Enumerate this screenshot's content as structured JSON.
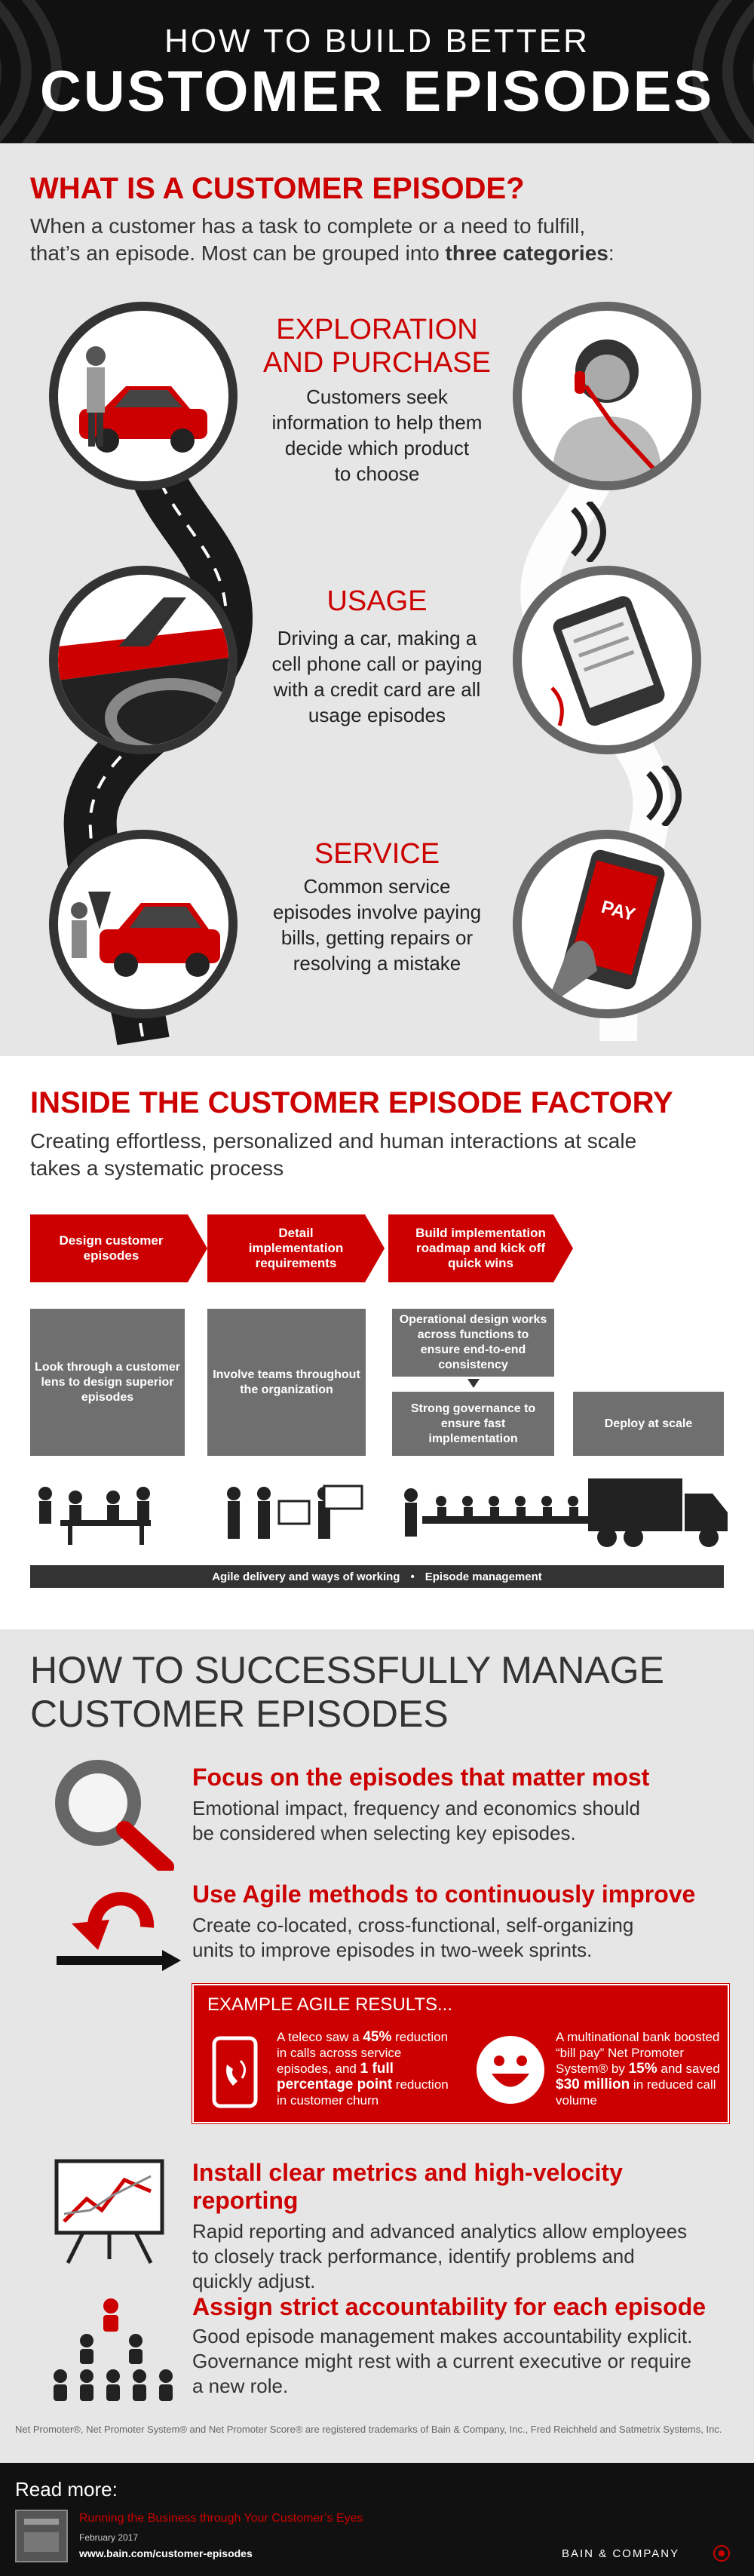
{
  "header": {
    "line1": "HOW TO BUILD BETTER",
    "line2": "CUSTOMER EPISODES"
  },
  "what": {
    "heading": "WHAT IS A CUSTOMER EPISODE?",
    "intro_a": "When a customer has a task to complete or a need to fulfill,",
    "intro_b": "that’s an episode. Most can be grouped into ",
    "intro_bold": "three categories",
    "intro_end": ":",
    "categories": [
      {
        "title1": "EXPLORATION",
        "title2": "AND PURCHASE",
        "text": [
          "Customers seek",
          "information to help them",
          "decide which product",
          "to choose"
        ]
      },
      {
        "title1": "USAGE",
        "title2": "",
        "text": [
          "Driving a car, making a",
          "cell phone call or paying",
          "with a credit card are all",
          "usage episodes"
        ]
      },
      {
        "title1": "SERVICE",
        "title2": "",
        "text": [
          "Common service",
          "episodes involve paying",
          "bills, getting repairs or",
          "resolving a mistake"
        ]
      }
    ],
    "pay_label": "PAY"
  },
  "factory": {
    "heading": "INSIDE THE CUSTOMER EPISODE FACTORY",
    "intro_a": "Creating effortless, personalized and human interactions at scale",
    "intro_b": "takes a systematic process",
    "steps": [
      "Design customer episodes",
      "Detail implementation requirements",
      "Build implementation roadmap and kick off quick wins"
    ],
    "boxes": {
      "lens": "Look through a customer lens to design superior episodes",
      "teams": "Involve teams throughout the organization",
      "ops": "Operational design works across functions to ensure end-to-end consistency",
      "gov": "Strong governance to ensure fast implementation",
      "deploy": "Deploy at scale"
    },
    "bar_a": "Agile delivery and ways of working",
    "bar_sep": "•",
    "bar_b": "Episode management"
  },
  "manage": {
    "heading1": "HOW TO SUCCESSFULLY MANAGE",
    "heading2": "CUSTOMER EPISODES",
    "tips": [
      {
        "title": "Focus on the episodes that matter most",
        "text": [
          "Emotional impact, frequency and economics should",
          "be considered when selecting key episodes."
        ]
      },
      {
        "title": "Use Agile methods to continuously improve",
        "text": [
          "Create co-located, cross-functional, self-organizing",
          "units to improve episodes in two-week sprints."
        ]
      },
      {
        "title": "Install clear metrics and high-velocity reporting",
        "text": [
          "Rapid reporting and advanced analytics allow employees",
          "to closely track performance, identify problems and",
          "quickly adjust."
        ]
      },
      {
        "title": "Assign strict accountability for each episode",
        "text": [
          "Good episode management makes accountability explicit.",
          "Governance might rest with a current executive or require",
          "a new role."
        ]
      }
    ],
    "agile": {
      "title": "EXAMPLE AGILE RESULTS...",
      "r1": [
        "A teleco saw a ",
        "45%",
        " reduction in calls across service episodes, and ",
        "1 full percentage point",
        " reduction in customer churn"
      ],
      "r2": [
        "A multinational bank boosted “bill pay” Net Promoter System® by ",
        "15%",
        " and saved ",
        "$30 million",
        " in reduced call volume"
      ]
    },
    "trademark": "Net Promoter®, Net Promoter System® and Net Promoter Score® are registered trademarks of Bain & Company, Inc., Fred Reichheld and Satmetrix Systems, Inc."
  },
  "footer": {
    "read_more": "Read more:",
    "link_title": "Running the Business through Your Customer’s Eyes",
    "date": "February 2017",
    "url": "www.bain.com/customer-episodes",
    "brand": "BAIN & COMPANY"
  },
  "colors": {
    "accent": "#cc0000",
    "dark": "#111111",
    "gray_box": "#6f6f6f"
  }
}
